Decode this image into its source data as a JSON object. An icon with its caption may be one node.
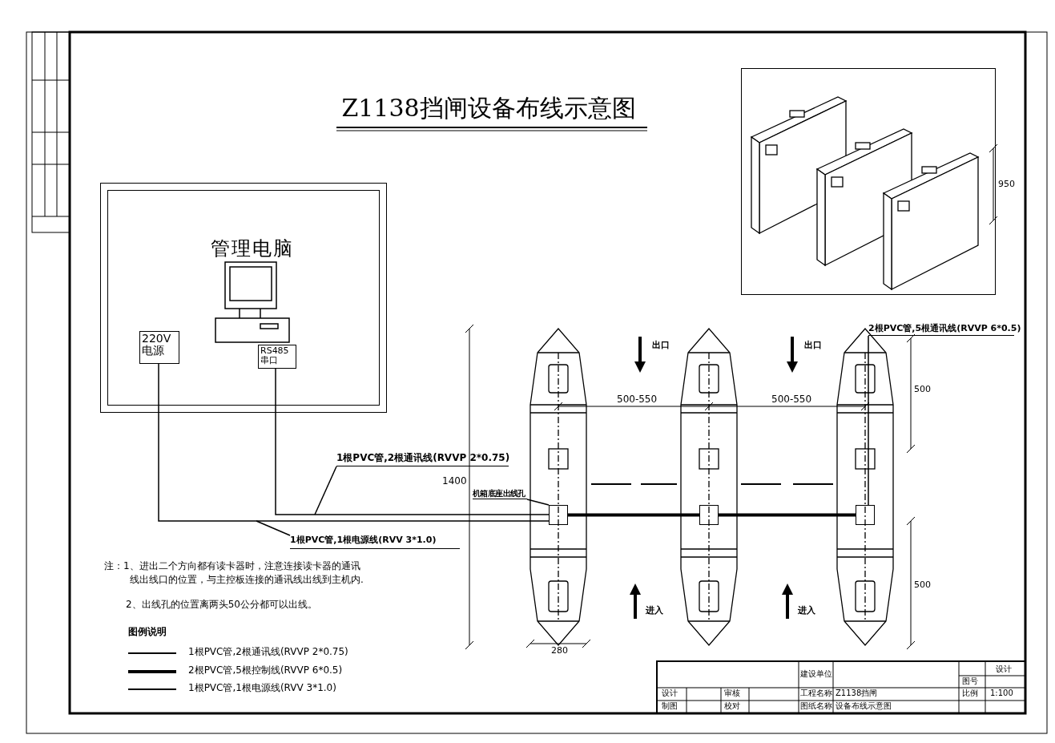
{
  "diagram": {
    "title": "Z1138挡闸设备布线示意图",
    "nodes": [
      {
        "text": [],
        "shape": "box"
      },
      {
        "text": [
          "管理电脑"
        ],
        "in": 0
      },
      {
        "text": [
          "RS485 串口"
        ],
        "in": 0
      },
      {
        "text": [
          "220V 电源"
        ],
        "in": 0
      },
      {
        "text": [],
        "shape": "bar"
      },
      {
        "text": [],
        "shape": "bar"
      },
      {
        "text": [],
        "shape": "bar"
      },
      {
        "text": [],
        "shape": "box",
        "in": 4
      },
      {
        "text": [],
        "shape": "box",
        "in": 5
      },
      {
        "text": [],
        "shape": "box",
        "in": 6
      },
      {
        "text": [
          "1根PVC管,2根通讯线(RVVP 2*0.75)"
        ]
      },
      {
        "text": [
          "1根PVC管,1根电源线(RVV 3*1.0)"
        ]
      },
      {
        "text": [
          "2根PVC管,5根通讯线(RVVP 6*0.5)"
        ]
      },
      {
        "text": [
          "机箱底座出线孔"
        ]
      },
      {
        "text": [],
        "shape": "picture"
      }
    ],
    "edges": [
      {
        "from": 3,
        "to": 7,
        "arrow": "none"
      },
      {
        "from": 2,
        "to": 7,
        "arrow": "none"
      },
      {
        "from": 7,
        "to": 8,
        "arrow": "none",
        "style": "thick"
      },
      {
        "from": 8,
        "to": 9,
        "arrow": "none",
        "style": "thick"
      },
      {
        "from": 10,
        "to": null,
        "arrow": "none"
      },
      {
        "from": 11,
        "to": null,
        "arrow": "none"
      },
      {
        "from": 12,
        "to": 9,
        "arrow": "none"
      },
      {
        "from": 13,
        "to": 7,
        "arrow": "none"
      }
    ],
    "labels": [
      "出口",
      "出口",
      "500-550",
      "500-550",
      "500",
      "1400",
      "500",
      "进入",
      "进入",
      "280",
      "950",
      "注：1、进出二个方向都有读卡器时，注意连接读卡器的通讯线出线口的位置，与主控板连接的通讯线出线到主机内.",
      "2、出线孔的位置离两头50公分都可以出线。",
      "图例说明",
      "建设单位",
      "设计",
      "图号",
      "设计",
      "审核",
      "工程名称",
      "Z1138挡闸",
      "比例",
      "1:100",
      "制图",
      "校对",
      "图纸名称",
      "设备布线示意图"
    ],
    "legend": [
      {
        "text": "1根PVC管,2根通讯线(RVVP 2*0.75)"
      },
      {
        "text": "2根PVC管,5根控制线(RVVP 6*0.5)"
      },
      {
        "text": "1根PVC管,1根电源线(RVV 3*1.0)"
      }
    ]
  }
}
